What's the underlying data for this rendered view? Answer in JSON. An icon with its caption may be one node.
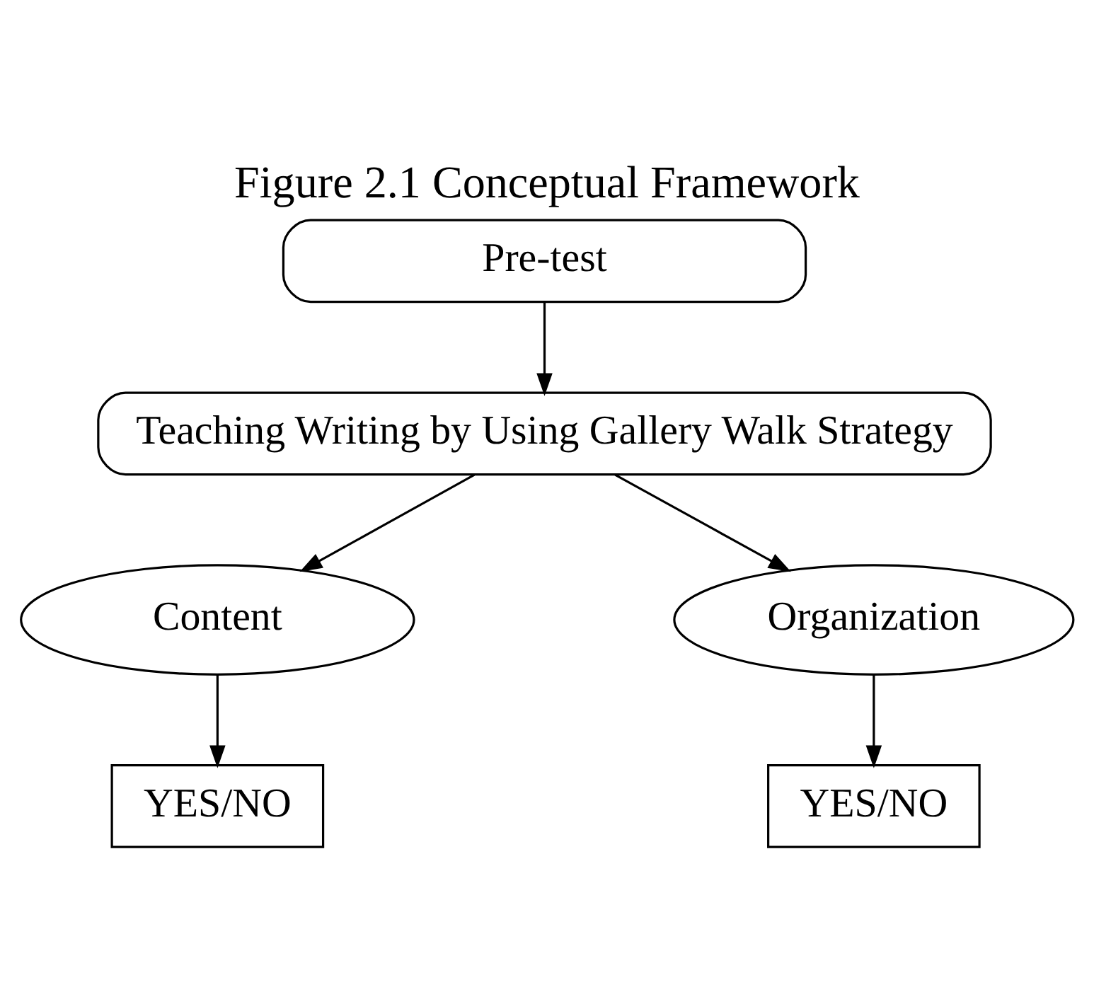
{
  "diagram": {
    "title": "Figure 2.1 Conceptual Framework",
    "nodes": [
      {
        "text": [
          "Pre-test"
        ]
      },
      {
        "text": [
          "Teaching Writing by Using Gallery Walk Strategy"
        ]
      },
      {
        "text": [
          "Content"
        ]
      },
      {
        "text": [
          "Organization"
        ]
      },
      {
        "text": [
          "YES/NO"
        ]
      },
      {
        "text": [
          "YES/NO"
        ]
      }
    ],
    "edges": [
      {
        "from": 0,
        "to": 1,
        "arrow": "to"
      },
      {
        "from": 1,
        "to": 2,
        "arrow": "to"
      },
      {
        "from": 1,
        "to": 3,
        "arrow": "to"
      },
      {
        "from": 2,
        "to": 4,
        "arrow": "to"
      },
      {
        "from": 3,
        "to": 5,
        "arrow": "to"
      }
    ]
  }
}
